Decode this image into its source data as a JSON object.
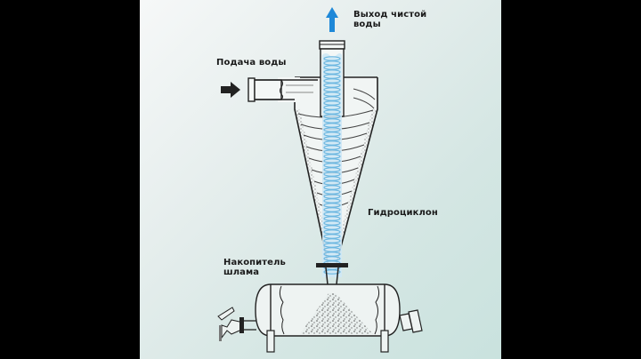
{
  "labels": {
    "clean_water_out": "Выход чистой воды",
    "clean_water_out_line1": "Выход чистой",
    "clean_water_out_line2": "воды",
    "water_inlet": "Подача воды",
    "hydrocyclone": "Гидроциклон",
    "sludge_tank_line1": "Накопитель",
    "sludge_tank_line2": "шлама"
  },
  "colors": {
    "background": "#d4e6e3",
    "outlet_arrow": "#1e88d8",
    "water_vortex": "#8cc8e8",
    "line": "#222222",
    "inlet_arrow": "#222222"
  },
  "icons": {
    "outlet_arrow": "arrow-up-icon",
    "inlet_arrow": "arrow-right-icon"
  }
}
